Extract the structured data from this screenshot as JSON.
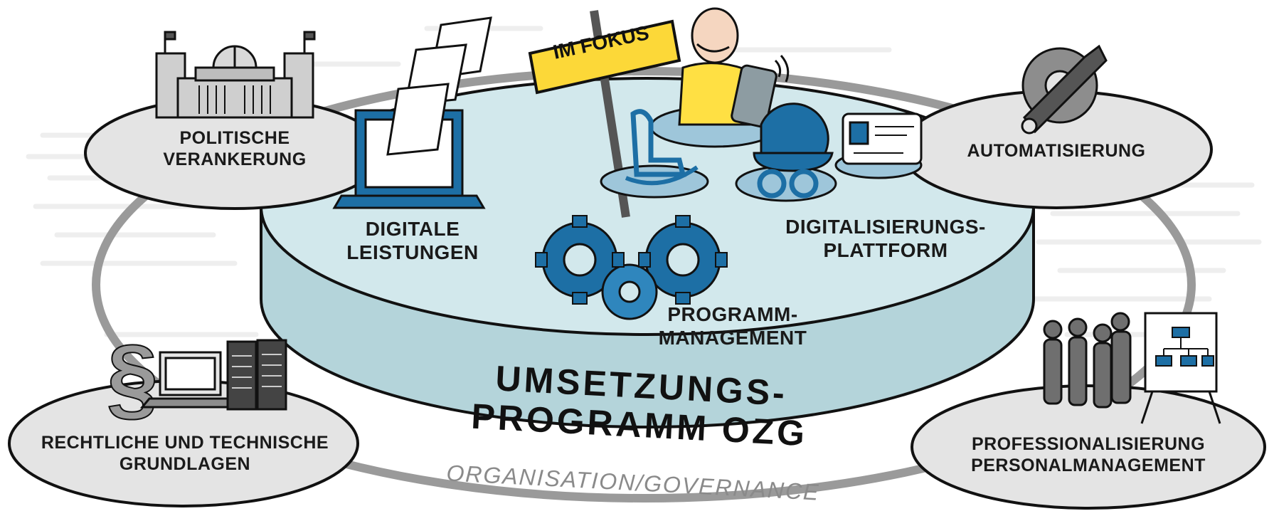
{
  "sign": {
    "text": "IM FOKUS"
  },
  "title": {
    "line1": "UMSETZUNGS-",
    "line2": "PROGRAMM OZG"
  },
  "governance": "ORGANISATION/GOVERNANCE",
  "center_items": {
    "digitale_leistungen": {
      "line1": "DIGITALE",
      "line2": "LEISTUNGEN"
    },
    "digitalisierungsplattform": {
      "line1": "DIGITALISIERUNGS-",
      "line2": "PLATTFORM"
    },
    "programmmanagement": {
      "line1": "PROGRAMM-",
      "line2": "MANAGEMENT"
    }
  },
  "outer_items": {
    "politische_verankerung": {
      "line1": "POLITISCHE",
      "line2": "VERANKERUNG"
    },
    "automatisierung": {
      "line1": "AUTOMATISIERUNG"
    },
    "rechtliche_grundlagen": {
      "line1": "RECHTLICHE UND TECHNISCHE",
      "line2": "GRUNDLAGEN"
    },
    "professionalisierung": {
      "line1": "PROFESSIONALISIERUNG",
      "line2": "PERSONALMANAGEMENT"
    }
  },
  "colors": {
    "platform_top": "#d2e8ec",
    "platform_side": "#b4d4da",
    "outer_disc": "#e4e4e4",
    "accent_blue": "#1d6fa5",
    "sign_yellow": "#fcd838",
    "ring_gray": "#9a9a9a"
  }
}
